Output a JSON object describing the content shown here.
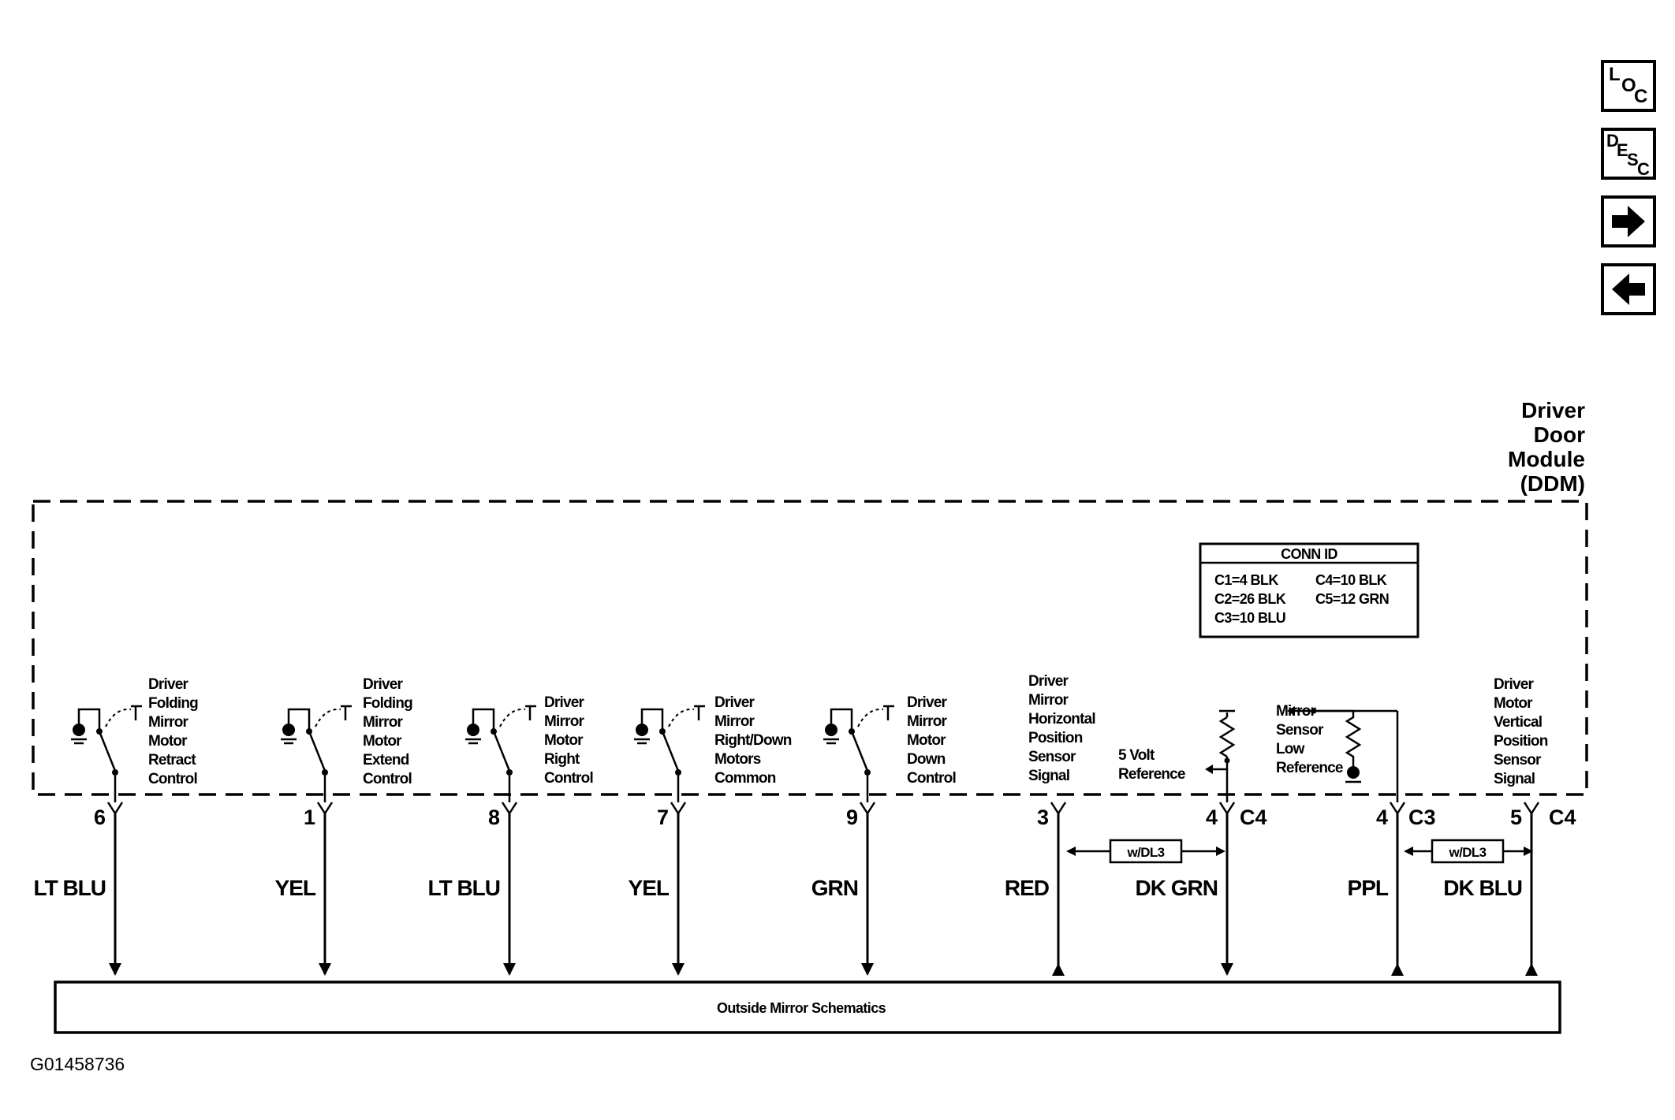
{
  "nav": {
    "loc": {
      "main": "L",
      "sub": "O",
      "sub2": "C"
    },
    "desc": {
      "main": "D",
      "sub": "E",
      "sub2": "S",
      "sub3": "C"
    }
  },
  "module": {
    "line1": "Driver",
    "line2": "Door",
    "line3": "Module",
    "line4": "(DDM)"
  },
  "conn_id": {
    "title": "CONN ID",
    "c1": "C1=4 BLK",
    "c2": "C2=26 BLK",
    "c3": "C3=10 BLU",
    "c4": "C4=10 BLK",
    "c5": "C5=12 GRN"
  },
  "circuits": [
    {
      "pin": "6",
      "color": "LT BLU",
      "label": [
        "Driver",
        "Folding",
        "Mirror",
        "Motor",
        "Retract",
        "Control"
      ]
    },
    {
      "pin": "1",
      "color": "YEL",
      "label": [
        "Driver",
        "Folding",
        "Mirror",
        "Motor",
        "Extend",
        "Control"
      ]
    },
    {
      "pin": "8",
      "color": "LT BLU",
      "label": [
        "Driver",
        "Mirror",
        "Motor",
        "Right",
        "Control"
      ]
    },
    {
      "pin": "7",
      "color": "YEL",
      "label": [
        "Driver",
        "Mirror",
        "Right/Down",
        "Motors",
        "Common"
      ]
    },
    {
      "pin": "9",
      "color": "GRN",
      "label": [
        "Driver",
        "Mirror",
        "Motor",
        "Down",
        "Control"
      ]
    },
    {
      "pin": "3",
      "color": "RED",
      "label": [
        "Driver",
        "Mirror",
        "Horizontal",
        "Position",
        "Sensor",
        "Signal"
      ]
    },
    {
      "pin": "4",
      "connector": "C4",
      "color": "DK GRN",
      "label": [
        "5 Volt",
        "Reference"
      ]
    },
    {
      "pin": "4",
      "connector": "C3",
      "color": "PPL",
      "label": [
        "Mirror",
        "Sensor",
        "Low",
        "Reference"
      ]
    },
    {
      "pin": "5",
      "connector": "C4",
      "color": "DK BLU",
      "label": [
        "Driver",
        "Motor",
        "Vertical",
        "Position",
        "Sensor",
        "Signal"
      ]
    }
  ],
  "option": {
    "left": "w/DL3",
    "right": "w/DL3"
  },
  "bottom_box": "Outside Mirror Schematics",
  "figure_id": "G01458736"
}
